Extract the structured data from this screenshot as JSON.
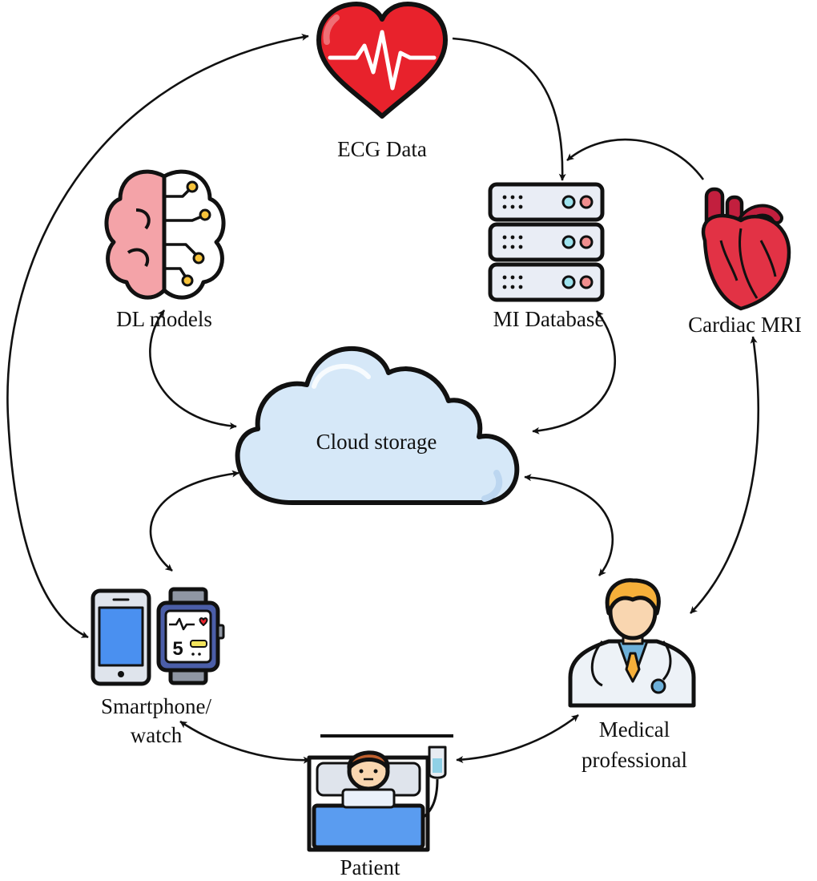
{
  "nodes": {
    "ecg": {
      "label": "ECG Data",
      "icon": "heart-ecg-icon",
      "color": "#e8222c"
    },
    "db": {
      "label": "MI Database",
      "icon": "server-database-icon",
      "color": "#e8ecf4"
    },
    "mri": {
      "label": "Cardiac MRI",
      "icon": "anatomical-heart-icon",
      "color": "#e0223a"
    },
    "dl": {
      "label": "DL models",
      "icon": "brain-circuit-icon",
      "color": "#f4a0a6"
    },
    "cloud": {
      "label": "Cloud storage",
      "icon": "cloud-icon",
      "color": "#d6e8f8"
    },
    "device": {
      "label_line1": "Smartphone/",
      "label_line2": "watch",
      "icon": "smartphone-smartwatch-icon",
      "color": "#4a90f0"
    },
    "doctor": {
      "label_line1": "Medical",
      "label_line2": "professional",
      "icon": "doctor-icon",
      "color": "#f6b03a"
    },
    "patient": {
      "label": "Patient",
      "icon": "patient-bed-icon",
      "color": "#5a9cf0"
    }
  },
  "connections": [
    {
      "from": "ecg",
      "to": "db",
      "direction": "one-way"
    },
    {
      "from": "mri",
      "to": "db",
      "direction": "one-way"
    },
    {
      "from": "ecg",
      "to": "device",
      "direction": "two-way"
    },
    {
      "from": "dl",
      "to": "cloud",
      "direction": "two-way"
    },
    {
      "from": "db",
      "to": "cloud",
      "direction": "two-way"
    },
    {
      "from": "cloud",
      "to": "device",
      "direction": "two-way"
    },
    {
      "from": "cloud",
      "to": "doctor",
      "direction": "two-way"
    },
    {
      "from": "mri",
      "to": "doctor",
      "direction": "two-way"
    },
    {
      "from": "device",
      "to": "patient",
      "direction": "two-way"
    },
    {
      "from": "patient",
      "to": "doctor",
      "direction": "two-way"
    }
  ]
}
